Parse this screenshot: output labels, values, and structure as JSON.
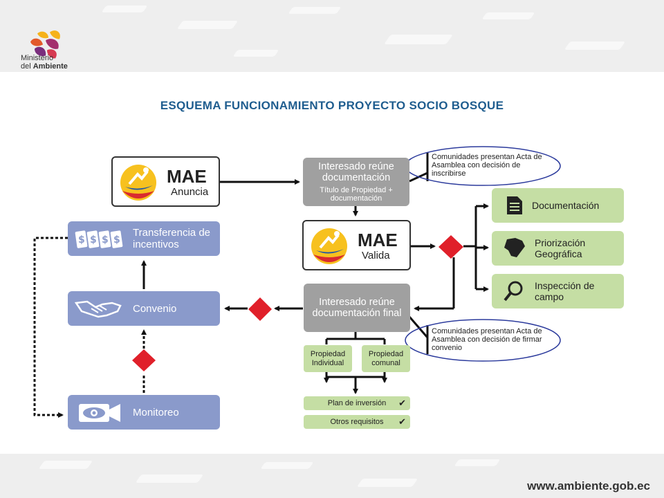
{
  "header": {
    "logo_line1": "Ministerio",
    "logo_line2_prefix": "del",
    "logo_line2_bold": "Ambiente"
  },
  "title": "ESQUEMA FUNCIONAMIENTO PROYECTO SOCIO BOSQUE",
  "nodes": {
    "mae_anuncia": {
      "brand": "MAE",
      "label": "Anuncia"
    },
    "mae_valida": {
      "brand": "MAE",
      "label": "Valida"
    },
    "interesado_1": {
      "main": "Interesado reúne documentación",
      "sub": "Título de Propiedad + documentación"
    },
    "interesado_2": {
      "main": "Interesado reúne documentación final"
    },
    "note_1": "Comunidades presentan Acta de Asamblea con decisión de inscribirse",
    "note_2": "Comunidades presentan Acta de Asamblea con decisión de firmar convenio",
    "documentacion": "Documentación",
    "priorizacion": "Priorización Geográfica",
    "inspeccion": "Inspección de campo",
    "transferencia": "Transferencia de incentivos",
    "convenio": "Convenio",
    "monitoreo": "Monitoreo",
    "propiedad_individual": "Propiedad Individual",
    "propiedad_comunal": "Propiedad comunal",
    "plan_inversion": "Plan de inversión",
    "otros_requisitos": "Otros requisitos"
  },
  "colors": {
    "title": "#1f5d8f",
    "gray_box": "#a0a0a0",
    "blue_box": "#8a9acb",
    "green_box": "#c5dea4",
    "diamond": "#e0202a",
    "ellipse": "#2b3a9c"
  },
  "icons": [
    "money-icon",
    "handshake-icon",
    "eye-camera-icon",
    "document-icon",
    "ecuador-map-icon",
    "magnifier-icon",
    "checkmark-icon"
  ],
  "footer": {
    "url": "www.ambiente.gob.ec"
  }
}
